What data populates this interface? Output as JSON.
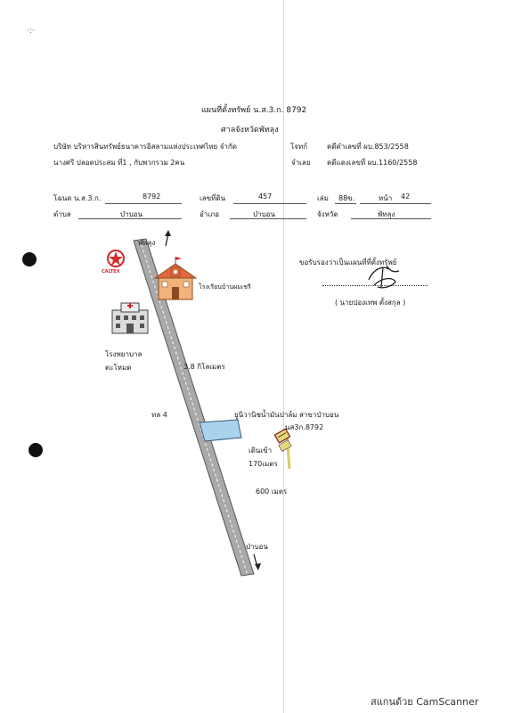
{
  "header": {
    "title": "แผนที่ตั้งทรัพย์ น.ส.3.ก. 8792",
    "court": "ศาลจังหวัดพัทลุง"
  },
  "parties": {
    "plaintiff_name": "บริษัท บริหารสินทรัพย์ธนาคารอิสลามแห่งประเทศไทย จำกัด",
    "plaintiff_label": "โจทก์",
    "defendant_name": "นางศรี ปลอดประสม ที่1 , กับพวกรวม 2คน",
    "defendant_label": "จำเลย",
    "black_case": "คดีดำเลขที่ ผบ.853/2558",
    "red_case": "คดีแดงเลขที่ ผบ.1160/2558"
  },
  "deed": {
    "deed_label": "โฉนด น.ส.3.ก.",
    "deed_value": "8792",
    "land_no_label": "เลขที่ดิน",
    "land_no_value": "457",
    "book_label": "เล่ม",
    "book_value": "88ข.",
    "page_label": "หน้า",
    "page_value": "42",
    "subdistrict_label": "ตำบล",
    "subdistrict_value": "ป่าบอน",
    "district_label": "อำเภอ",
    "district_value": "ป่าบอน",
    "province_label": "จังหวัด",
    "province_value": "พัทลุง"
  },
  "certification": {
    "statement": "ขอรับรองว่าเป็นแผนที่ที่ตั้งทรัพย์",
    "signer": "( นายปองเทพ ตั้งสกุล )"
  },
  "map": {
    "north_direction": "พัทลุง",
    "south_direction": "ป่าบอน",
    "gas_station_brand": "CALTEX",
    "school": "โรงเรียนบ้านผมเชรี",
    "hospital_line1": "โรงพยาบาล",
    "hospital_line2": "ตะโหมด",
    "distance_main": "3.8 กิโลเมตร",
    "highway": "ทล 4",
    "bank_branch": "ยูนิวานิชน้ำมันปาล์ม สาขาป่าบอน",
    "property_label": "นส3ก.8792",
    "walk_in_line1": "เดินเข้า",
    "walk_in_line2": "170เมตร",
    "distance_600": "600 เมตร"
  },
  "footer": {
    "scanner_watermark": "สแกนด้วย CamScanner"
  },
  "colors": {
    "road": "#a9a9a9",
    "bank_block": "#a9d3ec",
    "property": "#e7d97a",
    "school_roof": "#e06a3f",
    "caltex_red": "#d22a2a"
  }
}
